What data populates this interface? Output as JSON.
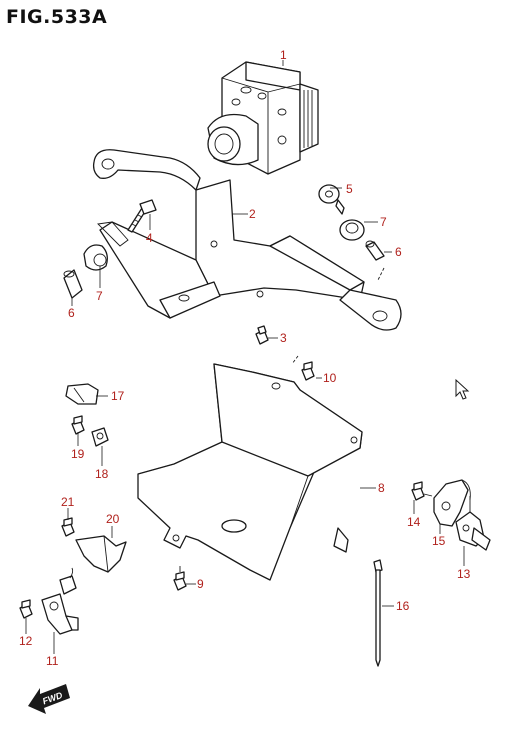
{
  "figure": {
    "title": "FIG.533A"
  },
  "direction_badge": {
    "label": "FWD"
  },
  "callouts": [
    {
      "id": "c1",
      "label": "1"
    },
    {
      "id": "c2",
      "label": "2"
    },
    {
      "id": "c3",
      "label": "3"
    },
    {
      "id": "c4",
      "label": "4"
    },
    {
      "id": "c5",
      "label": "5"
    },
    {
      "id": "c6a",
      "label": "6"
    },
    {
      "id": "c6b",
      "label": "6"
    },
    {
      "id": "c7a",
      "label": "7"
    },
    {
      "id": "c7b",
      "label": "7"
    },
    {
      "id": "c8",
      "label": "8"
    },
    {
      "id": "c9",
      "label": "9"
    },
    {
      "id": "c10",
      "label": "10"
    },
    {
      "id": "c11",
      "label": "11"
    },
    {
      "id": "c12",
      "label": "12"
    },
    {
      "id": "c13",
      "label": "13"
    },
    {
      "id": "c14",
      "label": "14"
    },
    {
      "id": "c15",
      "label": "15"
    },
    {
      "id": "c16",
      "label": "16"
    },
    {
      "id": "c17",
      "label": "17"
    },
    {
      "id": "c18",
      "label": "18"
    },
    {
      "id": "c19",
      "label": "19"
    },
    {
      "id": "c20",
      "label": "20"
    },
    {
      "id": "c21",
      "label": "21"
    }
  ],
  "colors": {
    "callout": "#b0211c",
    "line": "#1a1a1a",
    "background": "#ffffff"
  }
}
